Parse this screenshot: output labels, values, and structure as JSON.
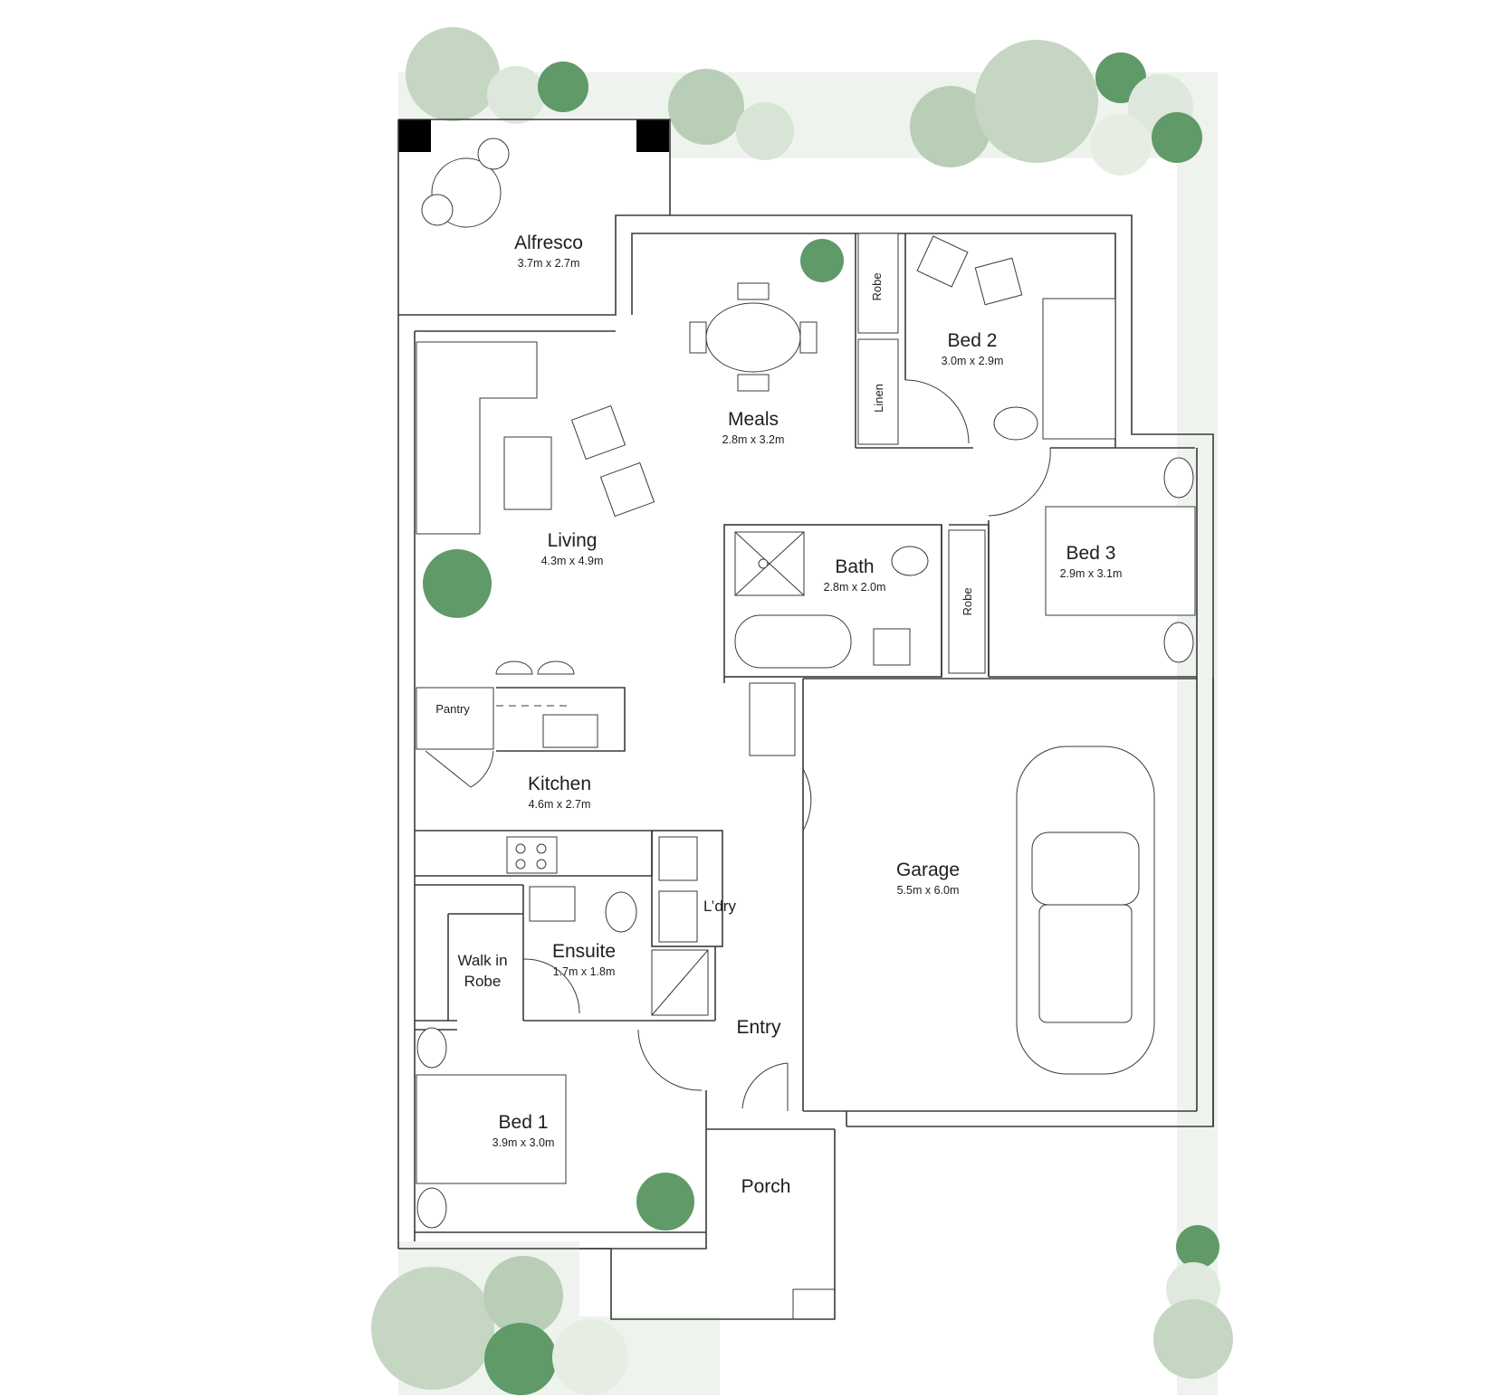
{
  "colors": {
    "wall": "#3a3a3a",
    "yard": "#eef3ee",
    "tree_light": "#c5d6c3",
    "tree_mid": "#a9c2a6",
    "tree_dark": "#5f9a68",
    "shrub_dots": "#9fbf9a",
    "column": "#000000",
    "label": "#1e1e1e"
  },
  "rooms": {
    "alfresco": {
      "name": "Alfresco",
      "dims": "3.7m x 2.7m"
    },
    "meals": {
      "name": "Meals",
      "dims": "2.8m x 3.2m"
    },
    "bed2": {
      "name": "Bed 2",
      "dims": "3.0m x 2.9m"
    },
    "living": {
      "name": "Living",
      "dims": "4.3m x 4.9m"
    },
    "bath": {
      "name": "Bath",
      "dims": "2.8m x 2.0m"
    },
    "bed3": {
      "name": "Bed 3",
      "dims": "2.9m x 3.1m"
    },
    "kitchen": {
      "name": "Kitchen",
      "dims": "4.6m x 2.7m"
    },
    "garage": {
      "name": "Garage",
      "dims": "5.5m x 6.0m"
    },
    "ensuite": {
      "name": "Ensuite",
      "dims": "1.7m x 1.8m"
    },
    "walk_in_robe": {
      "line1": "Walk in",
      "line2": "Robe"
    },
    "laundry": {
      "name": "L’dry"
    },
    "entry": {
      "name": "Entry"
    },
    "bed1": {
      "name": "Bed 1",
      "dims": "3.9m x 3.0m"
    },
    "porch": {
      "name": "Porch"
    }
  },
  "small_labels": {
    "robe_bed2": "Robe",
    "linen": "Linen",
    "robe_bed3": "Robe",
    "pantry": "Pantry"
  }
}
